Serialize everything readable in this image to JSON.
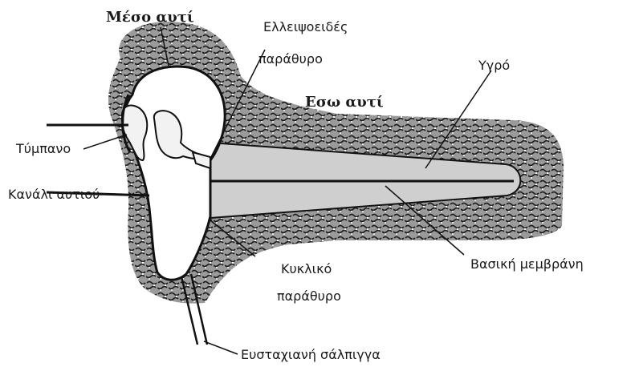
{
  "labels": {
    "middle_ear": "Μέσο αυτί",
    "oval_window": "Ελλειψοειδές παράθυρο",
    "fluid": "Υγρό",
    "inner_ear": "Εσω αυτί",
    "eardrum": "Τύμπανο",
    "ear_canal": "Κανάλι αυτιού",
    "basilar_membrane": "Βασική μεμβράνη",
    "round_window": "Κυκλικό παράθυρο",
    "eustachian_tube": "Ευσταχιανή σάλπιγγα"
  },
  "label_lines": {
    "oval_window_1": "Ελλειψοειδές",
    "oval_window_2": "παράθυρο",
    "round_window_1": "Κυκλικό",
    "round_window_2": "παράθυρο"
  },
  "colors": {
    "bone_texture": "#2b2b2b",
    "bone_fill": "#d8d8d8",
    "fluid_fill": "#c9c9c9",
    "outline": "#111111"
  }
}
